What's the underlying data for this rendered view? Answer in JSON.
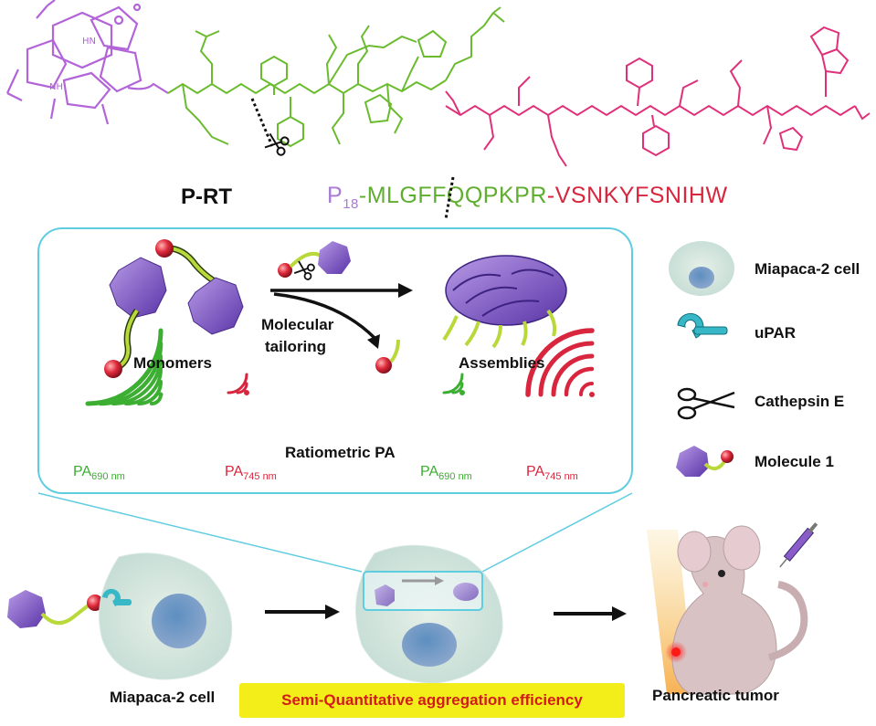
{
  "title": "P-RT",
  "sequence": {
    "prefix": "P",
    "prefix_sub": "18",
    "green_part": "-MLGFFQQPKPR",
    "red_part": "-VSNKYFSNIHW"
  },
  "panel": {
    "monomers": "Monomers",
    "molecular": "Molecular",
    "tailoring": "tailoring",
    "assemblies": "Assemblies",
    "ratiometric": "Ratiometric PA",
    "pa_green_1": "PA",
    "pa_green_1_sub": "690 nm",
    "pa_red_1": "PA",
    "pa_red_1_sub": "745 nm",
    "pa_green_2": "PA",
    "pa_green_2_sub": "690 nm",
    "pa_red_2": "PA",
    "pa_red_2_sub": "745 nm"
  },
  "legend": {
    "cell": "Miapaca-2 cell",
    "upar": "uPAR",
    "cathepsin": "Cathepsin E",
    "molecule": "Molecule 1"
  },
  "bottom": {
    "cell_label": "Miapaca-2 cell",
    "aggregation": "Semi-Quantitative aggregation efficiency",
    "tumor": "Pancreatic tumor"
  },
  "colors": {
    "purple": "#8a5cc9",
    "green": "#6abb2e",
    "magenta": "#e0307a",
    "red": "#d7263d",
    "cyan": "#5ecde0",
    "yellow": "#f3ee1a"
  }
}
